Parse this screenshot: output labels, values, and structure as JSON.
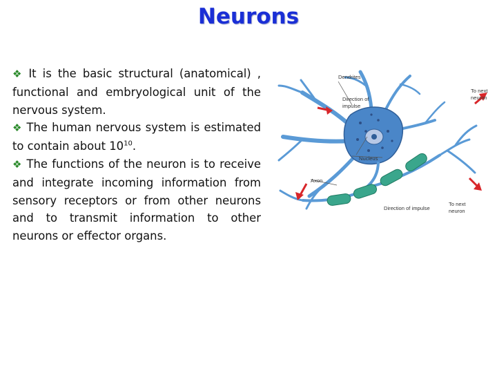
{
  "slide": {
    "title": "Neurons",
    "bullets": [
      {
        "text": "It is the basic structural  (anatomical) , functional and embryological unit of the nervous system."
      },
      {
        "text_before": "The human nervous system is estimated to contain about 10",
        "exponent": "10",
        "text_after": "."
      },
      {
        "text": "The functions of the neuron is to receive and integrate incoming information from sensory receptors or from other neurons and to transmit information to other neurons or effector organs."
      }
    ],
    "bullet_icon": "diamond-bullet-icon",
    "colors": {
      "title": "#1a2fd6",
      "bullet": "#2a8a2a",
      "neuron_body": "#4a86c8",
      "axon_sheath": "#3aa68c",
      "arrow": "#d8262a"
    }
  },
  "figure": {
    "labels": {
      "dendrites": "Dendrites",
      "direction_1": "Direction of",
      "direction_2": "impulse",
      "to_next_1_top": "To next",
      "to_next_2_top": "neuron",
      "nucleus": "Nucleus",
      "axon": "Axon",
      "direction_bottom": "Direction of impulse",
      "to_next_1_bottom": "To next",
      "to_next_2_bottom": "neuron"
    }
  }
}
